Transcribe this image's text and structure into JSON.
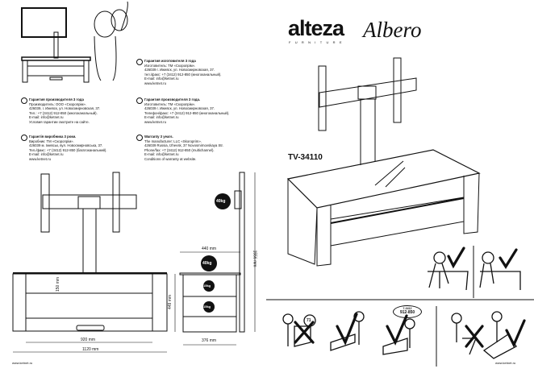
{
  "brand": {
    "name": "alteza",
    "subline": "FURNITURE",
    "collection": "Albero"
  },
  "model": "TV-34110",
  "contacts": [
    {
      "icon": "flag-icon",
      "lines": [
        "Гарантия изготовителя 3 года",
        "Изготовитель: ТМ «Скоропрім».",
        "426039 г. Ижевск, ул. Новосмирновская, 37.",
        "тел./факс: +7 (3412) 912-850 (многоканальный).",
        "E-mail: info@ketnet.ru",
        "www.ketnet.ru"
      ]
    },
    {
      "icon": "flag-icon",
      "lines": [
        "Гарантия производителя 3 года",
        "Производитель: ООО «Скоропрім».",
        "426039, г. Ижевск, ул. Новосмирновская, 37.",
        "Тел.: +7 (3412) 912-850 (многоканальный).",
        "E-mail: info@ketnet.ru",
        "Условия гарантии смотрите на сайте."
      ]
    },
    {
      "icon": "flag-icon",
      "lines": [
        "Гарантия производителя 3 года.",
        "Изготовитель: ТМ «Скоропрім».",
        "426039 г. Ижевск, ул. Новосмирновская, 37.",
        "Телефон/факс: +7 (3412) 912-850 (многоканальный).",
        "E-mail: info@ketnet.ru",
        "www.ketnet.ru"
      ]
    },
    {
      "icon": "flag-icon",
      "lines": [
        "Гарантія виробника 3 роки.",
        "Виробник: ТМ «Скоропрім».",
        "426039 м. Іжевськ, вул. Новосмирновська, 37.",
        "Тел./факс: +7 (3412) 912-850 (багатоканальний).",
        "E-mail: info@ketnet.ru",
        "www.ketnet.ru"
      ]
    },
    {
      "icon": "flag-icon",
      "lines": [
        "Warranty 3 years.",
        "The manufacturer: LLC «Skoroprim».",
        "426039 Russia, Izhevsk, 37 Novosmirnovskaya Str.",
        "Phone/fax: +7 (3412) 912-850 (multichannel).",
        "E-mail: info@ketnet.ru",
        "Conditions of warranty at website."
      ]
    }
  ],
  "dimensions": {
    "inner_width": "920 mm",
    "total_width": "1120 mm",
    "shelf_height": "150 mm",
    "depth_top": "440 mm",
    "depth_bottom": "376 mm",
    "cabinet_height": "449 mm",
    "total_height": "1556 mm"
  },
  "weight_badges": [
    "40kg",
    "40kg",
    "15kg",
    "15kg"
  ],
  "assist_counter": "71",
  "phone_bubble": {
    "label": "7-3412",
    "number": "912-850"
  },
  "footer_url_left": "www.ketnet.ru",
  "footer_url_right": "www.ketnet.ru"
}
